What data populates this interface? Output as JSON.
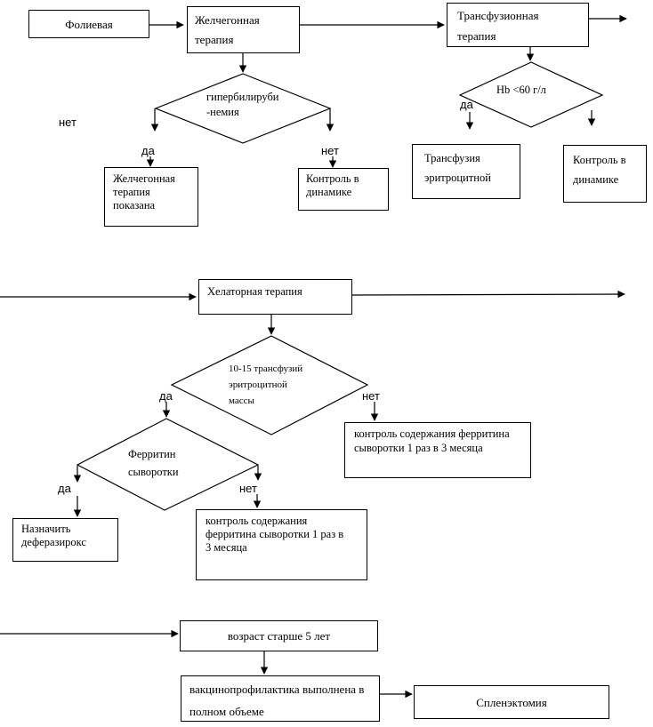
{
  "diagram": {
    "boxes": {
      "folic": "Фолиевая",
      "cholagogue": "Желчегонная\nтерапия",
      "transfusion_therapy": "Трансфузионная\nтерапия",
      "cholagogue_indicated": "Желчегонная\nтерапия\nпоказана",
      "control_dynamics_1": "Контроль в\nдинамике",
      "rbc_transfusion": "Трансфузия\nэритроцитной",
      "control_dynamics_2": "Контроль в\nдинамике",
      "chelation": "Хелаторная терапия",
      "ferritin_control_right": "контроль содержания ферритина\nсыворотки 1 раз в 3 месяца",
      "prescribe_deferasirox": "Назначить\nдеферазирокс",
      "ferritin_control_bottom": "контроль содержания\nферритина сыворотки 1 раз в\n3 месяца",
      "age_over_5": "возраст старше 5 лет",
      "vaccination_complete": "вакцинопрофилактика выполнена в\nполном объеме",
      "splenectomy": "Спленэктомия"
    },
    "decisions": {
      "hyperbilirubinemia": "гипербилируби\n-немия",
      "hb_below_60": "Hb <60 г/л",
      "transfusions_10_15": "10-15 трансфузий\nэритроцитной\nмассы",
      "serum_ferritin": "Ферритин\nсыворотки"
    },
    "branch_labels": {
      "yes": "да",
      "no": "нет"
    },
    "line_color": "#000000",
    "background_color": "#ffffff"
  }
}
